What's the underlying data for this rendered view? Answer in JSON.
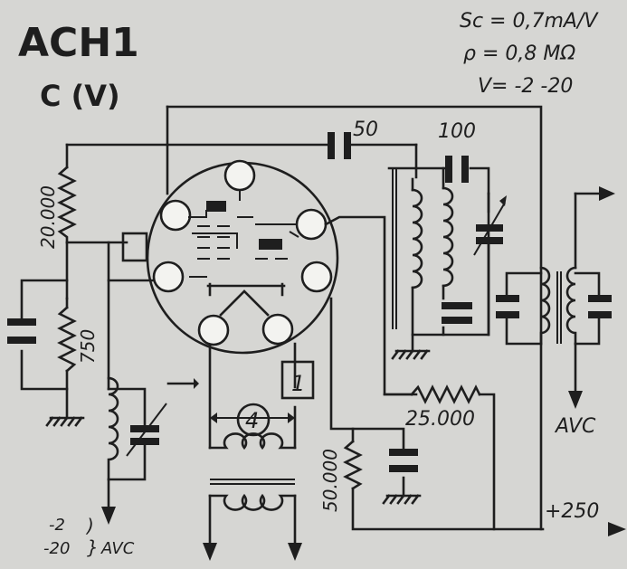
{
  "tube": {
    "name": "ACH1",
    "subtitle": "C (V)"
  },
  "specs": {
    "sc": "Sc = 0,7mA/V",
    "rho": "ρ = 0,8 MΩ",
    "v": "V= -2 -20"
  },
  "labels": {
    "r_20000": "20.000",
    "r_750": "750",
    "c_50": "50",
    "c_100": "100",
    "r_25000": "25.000",
    "r_50000": "50.000",
    "box_1": "1",
    "circle_4": "4",
    "avc_left_1": "-2",
    "avc_left_2": "-20",
    "avc_left": "AVC",
    "avc_right": "AVC",
    "plus_250": "+250"
  },
  "colors": {
    "ink": "#1e1e1e",
    "paper": "#d6d6d3",
    "pin_fill": "#f3f3f0"
  }
}
